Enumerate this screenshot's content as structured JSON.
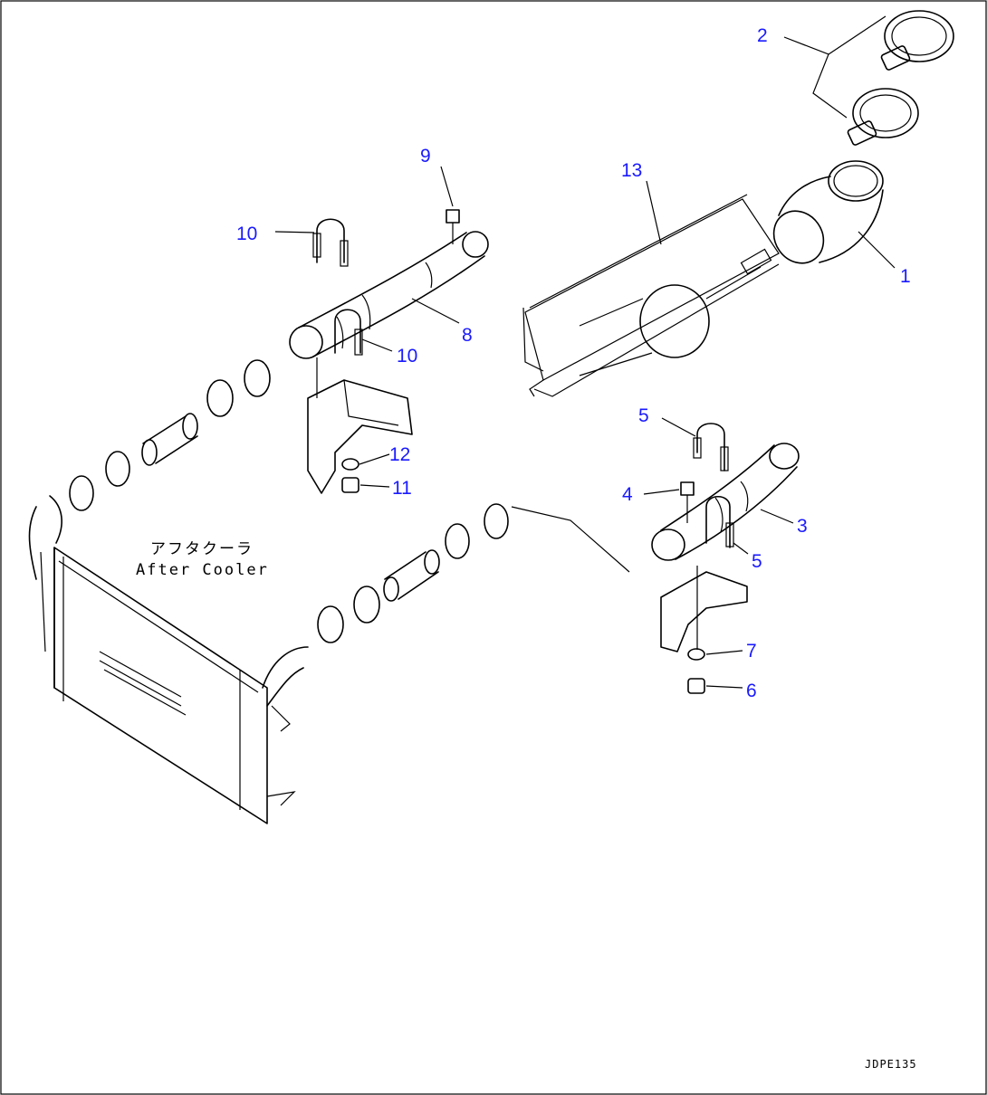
{
  "diagram": {
    "callouts": [
      {
        "id": "c1",
        "label": "1"
      },
      {
        "id": "c2",
        "label": "2"
      },
      {
        "id": "c3",
        "label": "3"
      },
      {
        "id": "c4",
        "label": "4"
      },
      {
        "id": "c5a",
        "label": "5"
      },
      {
        "id": "c5b",
        "label": "5"
      },
      {
        "id": "c6",
        "label": "6"
      },
      {
        "id": "c7",
        "label": "7"
      },
      {
        "id": "c8",
        "label": "8"
      },
      {
        "id": "c9",
        "label": "9"
      },
      {
        "id": "c10a",
        "label": "10"
      },
      {
        "id": "c10b",
        "label": "10"
      },
      {
        "id": "c11",
        "label": "11"
      },
      {
        "id": "c12",
        "label": "12"
      },
      {
        "id": "c13",
        "label": "13"
      }
    ],
    "after_cooler_label_jp": "アフタクーラ",
    "after_cooler_label_en": "After Cooler",
    "drawing_code": "JDPE135",
    "callout_color": "#1a1aff"
  }
}
